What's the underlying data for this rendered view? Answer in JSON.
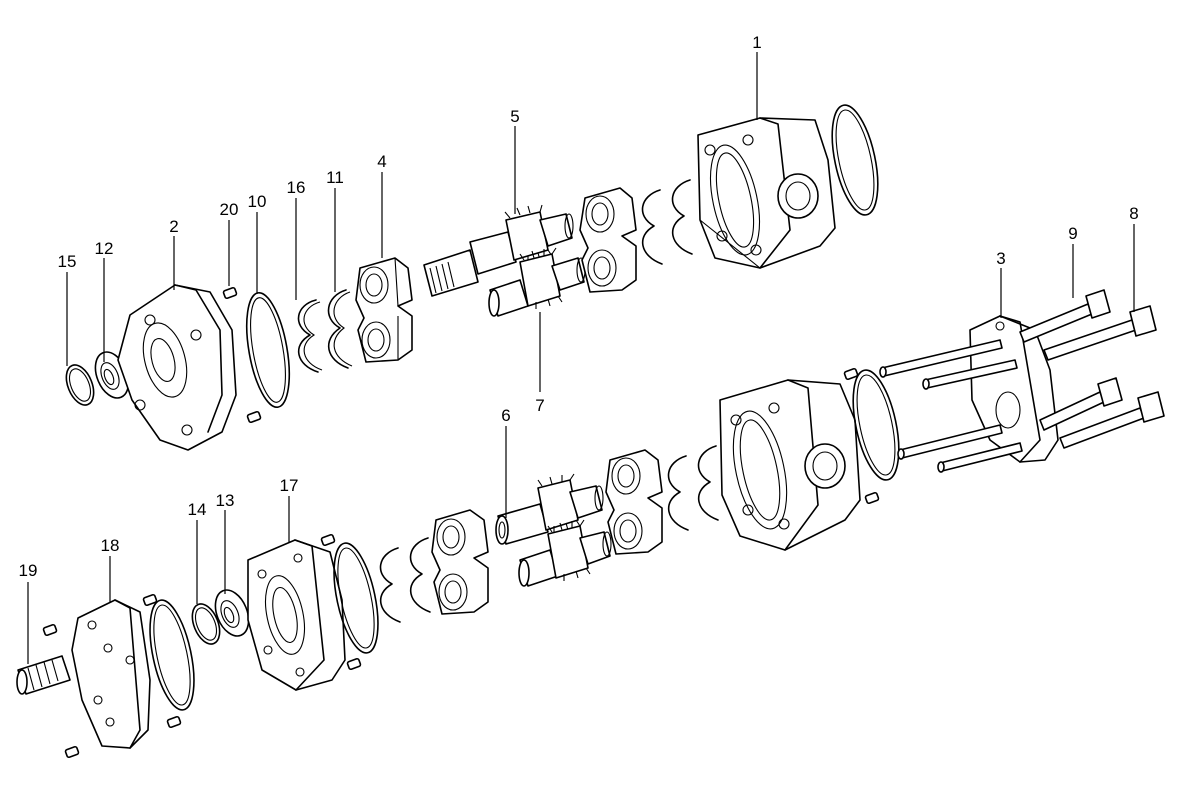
{
  "callouts": {
    "c1": "1",
    "c2": "2",
    "c3": "3",
    "c4": "4",
    "c5": "5",
    "c6": "6",
    "c7": "7",
    "c8": "8",
    "c9": "9",
    "c10": "10",
    "c11": "11",
    "c12": "12",
    "c13": "13",
    "c14": "14",
    "c15": "15",
    "c16": "16",
    "c17": "17",
    "c18": "18",
    "c19": "19",
    "c20": "20"
  },
  "colors": {
    "line": "#000000",
    "background": "#ffffff"
  }
}
